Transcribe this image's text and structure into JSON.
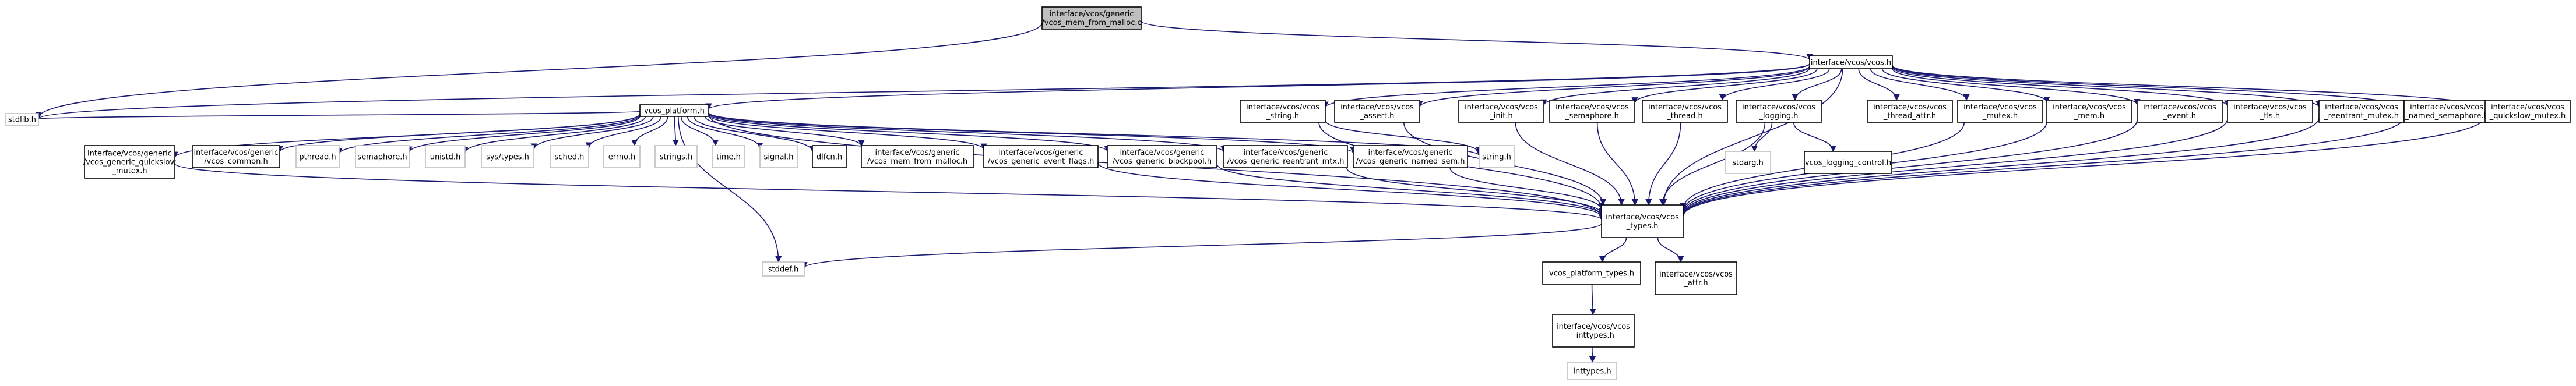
{
  "graph": {
    "nodes": [
      {
        "id": "root",
        "lines": [
          "interface/vcos/generic",
          "/vcos_mem_from_malloc.c"
        ],
        "style": "root"
      },
      {
        "id": "vcos_h",
        "lines": [
          "interface/vcos/vcos.h"
        ],
        "style": "doc"
      },
      {
        "id": "stdlib",
        "lines": [
          "stdlib.h"
        ],
        "style": "system"
      },
      {
        "id": "platform",
        "lines": [
          "vcos_platform.h"
        ],
        "style": "doc"
      },
      {
        "id": "quickslow",
        "lines": [
          "interface/vcos/generic",
          "/vcos_generic_quickslow",
          "_mutex.h"
        ],
        "style": "doc"
      },
      {
        "id": "common",
        "lines": [
          "interface/vcos/generic",
          "/vcos_common.h"
        ],
        "style": "doc"
      },
      {
        "id": "pthread",
        "lines": [
          "pthread.h"
        ],
        "style": "system"
      },
      {
        "id": "semaphore",
        "lines": [
          "semaphore.h"
        ],
        "style": "system"
      },
      {
        "id": "unistd",
        "lines": [
          "unistd.h"
        ],
        "style": "system"
      },
      {
        "id": "systypes",
        "lines": [
          "sys/types.h"
        ],
        "style": "system"
      },
      {
        "id": "sched",
        "lines": [
          "sched.h"
        ],
        "style": "system"
      },
      {
        "id": "errno",
        "lines": [
          "errno.h"
        ],
        "style": "system"
      },
      {
        "id": "strings",
        "lines": [
          "strings.h"
        ],
        "style": "system"
      },
      {
        "id": "time",
        "lines": [
          "time.h"
        ],
        "style": "system"
      },
      {
        "id": "signal",
        "lines": [
          "signal.h"
        ],
        "style": "system"
      },
      {
        "id": "dlfcn",
        "lines": [
          "dlfcn.h"
        ],
        "style": "doc"
      },
      {
        "id": "mem_malloc",
        "lines": [
          "interface/vcos/generic",
          "/vcos_mem_from_malloc.h"
        ],
        "style": "doc"
      },
      {
        "id": "event_flags",
        "lines": [
          "interface/vcos/generic",
          "/vcos_generic_event_flags.h"
        ],
        "style": "doc"
      },
      {
        "id": "blockpool",
        "lines": [
          "interface/vcos/generic",
          "/vcos_generic_blockpool.h"
        ],
        "style": "doc"
      },
      {
        "id": "reentrant_g",
        "lines": [
          "interface/vcos/generic",
          "/vcos_generic_reentrant_mtx.h"
        ],
        "style": "doc"
      },
      {
        "id": "named_sem",
        "lines": [
          "interface/vcos/generic",
          "/vcos_generic_named_sem.h"
        ],
        "style": "doc"
      },
      {
        "id": "string_s",
        "lines": [
          "string.h"
        ],
        "style": "system"
      },
      {
        "id": "vstring",
        "lines": [
          "interface/vcos/vcos",
          "_string.h"
        ],
        "style": "doc"
      },
      {
        "id": "assert",
        "lines": [
          "interface/vcos/vcos",
          "_assert.h"
        ],
        "style": "doc"
      },
      {
        "id": "init",
        "lines": [
          "interface/vcos/vcos",
          "_init.h"
        ],
        "style": "doc"
      },
      {
        "id": "vsemaphore",
        "lines": [
          "interface/vcos/vcos",
          "_semaphore.h"
        ],
        "style": "doc"
      },
      {
        "id": "thread",
        "lines": [
          "interface/vcos/vcos",
          "_thread.h"
        ],
        "style": "doc"
      },
      {
        "id": "logging",
        "lines": [
          "interface/vcos/vcos",
          "_logging.h"
        ],
        "style": "doc"
      },
      {
        "id": "thread_attr",
        "lines": [
          "interface/vcos/vcos",
          "_thread_attr.h"
        ],
        "style": "doc"
      },
      {
        "id": "mutex",
        "lines": [
          "interface/vcos/vcos",
          "_mutex.h"
        ],
        "style": "doc"
      },
      {
        "id": "mem",
        "lines": [
          "interface/vcos/vcos",
          "_mem.h"
        ],
        "style": "doc"
      },
      {
        "id": "event",
        "lines": [
          "interface/vcos/vcos",
          "_event.h"
        ],
        "style": "doc"
      },
      {
        "id": "tls",
        "lines": [
          "interface/vcos/vcos",
          "_tls.h"
        ],
        "style": "doc"
      },
      {
        "id": "reentrant",
        "lines": [
          "interface/vcos/vcos",
          "_reentrant_mutex.h"
        ],
        "style": "doc"
      },
      {
        "id": "named_sema",
        "lines": [
          "interface/vcos/vcos",
          "_named_semaphore.h"
        ],
        "style": "doc"
      },
      {
        "id": "qs_mutex",
        "lines": [
          "interface/vcos/vcos",
          "_quickslow_mutex.h"
        ],
        "style": "doc"
      },
      {
        "id": "stdarg",
        "lines": [
          "stdarg.h"
        ],
        "style": "system"
      },
      {
        "id": "log_ctrl",
        "lines": [
          "vcos_logging_control.h"
        ],
        "style": "doc"
      },
      {
        "id": "types",
        "lines": [
          "interface/vcos/vcos",
          "_types.h"
        ],
        "style": "doc"
      },
      {
        "id": "stddef",
        "lines": [
          "stddef.h"
        ],
        "style": "system"
      },
      {
        "id": "ptypes",
        "lines": [
          "vcos_platform_types.h"
        ],
        "style": "doc"
      },
      {
        "id": "attr",
        "lines": [
          "interface/vcos/vcos",
          "_attr.h"
        ],
        "style": "doc"
      },
      {
        "id": "inttypes_v",
        "lines": [
          "interface/vcos/vcos",
          "_inttypes.h"
        ],
        "style": "doc"
      },
      {
        "id": "inttypes",
        "lines": [
          "inttypes.h"
        ],
        "style": "system"
      }
    ],
    "edges": [
      [
        "root",
        "vcos_h"
      ],
      [
        "root",
        "stdlib"
      ],
      [
        "vcos_h",
        "stdlib"
      ],
      [
        "vcos_h",
        "platform"
      ],
      [
        "vcos_h",
        "vstring"
      ],
      [
        "vcos_h",
        "assert"
      ],
      [
        "vcos_h",
        "init"
      ],
      [
        "vcos_h",
        "vsemaphore"
      ],
      [
        "vcos_h",
        "thread"
      ],
      [
        "vcos_h",
        "logging"
      ],
      [
        "vcos_h",
        "thread_attr"
      ],
      [
        "vcos_h",
        "mutex"
      ],
      [
        "vcos_h",
        "mem"
      ],
      [
        "vcos_h",
        "event"
      ],
      [
        "vcos_h",
        "tls"
      ],
      [
        "vcos_h",
        "reentrant"
      ],
      [
        "vcos_h",
        "named_sema"
      ],
      [
        "vcos_h",
        "qs_mutex"
      ],
      [
        "vcos_h",
        "types"
      ],
      [
        "platform",
        "stdlib"
      ],
      [
        "platform",
        "quickslow"
      ],
      [
        "platform",
        "common"
      ],
      [
        "platform",
        "pthread"
      ],
      [
        "platform",
        "semaphore"
      ],
      [
        "platform",
        "unistd"
      ],
      [
        "platform",
        "systypes"
      ],
      [
        "platform",
        "sched"
      ],
      [
        "platform",
        "errno"
      ],
      [
        "platform",
        "strings"
      ],
      [
        "platform",
        "time"
      ],
      [
        "platform",
        "signal"
      ],
      [
        "platform",
        "dlfcn"
      ],
      [
        "platform",
        "mem_malloc"
      ],
      [
        "platform",
        "event_flags"
      ],
      [
        "platform",
        "blockpool"
      ],
      [
        "platform",
        "reentrant_g"
      ],
      [
        "platform",
        "named_sem"
      ],
      [
        "platform",
        "string_s"
      ],
      [
        "platform",
        "stddef"
      ],
      [
        "platform",
        "types"
      ],
      [
        "quickslow",
        "types"
      ],
      [
        "event_flags",
        "types"
      ],
      [
        "blockpool",
        "types"
      ],
      [
        "reentrant_g",
        "types"
      ],
      [
        "named_sem",
        "types"
      ],
      [
        "vstring",
        "types"
      ],
      [
        "vstring",
        "string_s"
      ],
      [
        "assert",
        "types"
      ],
      [
        "init",
        "types"
      ],
      [
        "vsemaphore",
        "types"
      ],
      [
        "thread",
        "types"
      ],
      [
        "logging",
        "types"
      ],
      [
        "logging",
        "stdarg"
      ],
      [
        "logging",
        "log_ctrl"
      ],
      [
        "mutex",
        "types"
      ],
      [
        "mem",
        "types"
      ],
      [
        "event",
        "types"
      ],
      [
        "tls",
        "types"
      ],
      [
        "reentrant",
        "types"
      ],
      [
        "named_sema",
        "types"
      ],
      [
        "qs_mutex",
        "types"
      ],
      [
        "types",
        "stddef"
      ],
      [
        "types",
        "ptypes"
      ],
      [
        "types",
        "attr"
      ],
      [
        "ptypes",
        "inttypes_v"
      ],
      [
        "inttypes_v",
        "inttypes"
      ]
    ]
  }
}
